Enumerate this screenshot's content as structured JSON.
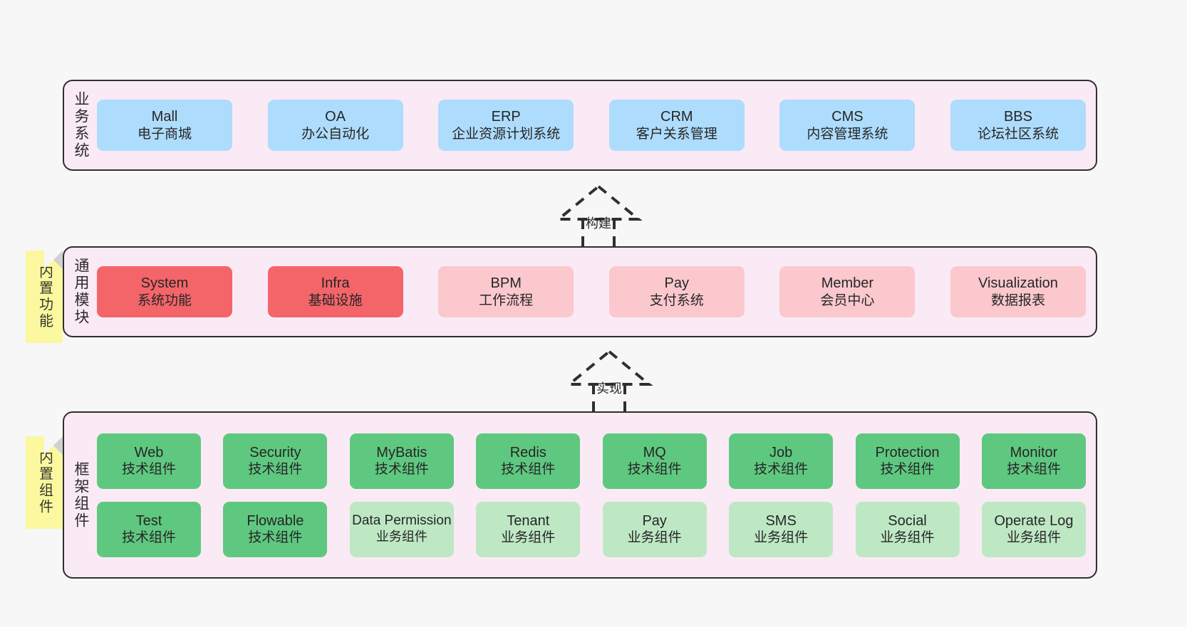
{
  "diagram": {
    "title_hidden": "",
    "colors": {
      "canvas_bg": "#F7F7F7",
      "panel_bg": "#FAEAF5",
      "panel_border": "#2F2F2F",
      "business_card": "#AEDCFC",
      "module_strong": "#F4656A",
      "module_soft": "#FBC8CE",
      "component_tech": "#5FC880",
      "component_biz": "#BEE8C4",
      "note_bg": "#FBF8A0",
      "note_fold": "#D0D0D0"
    }
  },
  "layers": [
    {
      "id": "business-system",
      "title": "业务系统",
      "rows": [
        {
          "cards": [
            {
              "en": "Mall",
              "cn": "电子商城",
              "style": "c-blue"
            },
            {
              "en": "OA",
              "cn": "办公自动化",
              "style": "c-blue"
            },
            {
              "en": "ERP",
              "cn": "企业资源计划系统",
              "style": "c-blue"
            },
            {
              "en": "CRM",
              "cn": "客户关系管理",
              "style": "c-blue"
            },
            {
              "en": "CMS",
              "cn": "内容管理系统",
              "style": "c-blue"
            },
            {
              "en": "BBS",
              "cn": "论坛社区系统",
              "style": "c-blue"
            }
          ]
        }
      ]
    },
    {
      "id": "common-modules",
      "title": "通用模块",
      "note": "内置功能",
      "rows": [
        {
          "cards": [
            {
              "en": "System",
              "cn": "系统功能",
              "style": "c-red"
            },
            {
              "en": "Infra",
              "cn": "基础设施",
              "style": "c-red"
            },
            {
              "en": "BPM",
              "cn": "工作流程",
              "style": "c-pink"
            },
            {
              "en": "Pay",
              "cn": "支付系统",
              "style": "c-pink"
            },
            {
              "en": "Member",
              "cn": "会员中心",
              "style": "c-pink"
            },
            {
              "en": "Visualization",
              "cn": "数据报表",
              "style": "c-pink"
            }
          ]
        }
      ]
    },
    {
      "id": "framework-components",
      "title": "框架组件",
      "note": "内置组件",
      "rows": [
        {
          "cards": [
            {
              "en": "Web",
              "cn": "技术组件",
              "style": "c-green"
            },
            {
              "en": "Security",
              "cn": "技术组件",
              "style": "c-green"
            },
            {
              "en": "MyBatis",
              "cn": "技术组件",
              "style": "c-green"
            },
            {
              "en": "Redis",
              "cn": "技术组件",
              "style": "c-green"
            },
            {
              "en": "MQ",
              "cn": "技术组件",
              "style": "c-green"
            },
            {
              "en": "Job",
              "cn": "技术组件",
              "style": "c-green"
            },
            {
              "en": "Protection",
              "cn": "技术组件",
              "style": "c-green"
            },
            {
              "en": "Monitor",
              "cn": "技术组件",
              "style": "c-green"
            }
          ]
        },
        {
          "cards": [
            {
              "en": "Test",
              "cn": "技术组件",
              "style": "c-green"
            },
            {
              "en": "Flowable",
              "cn": "技术组件",
              "style": "c-green"
            },
            {
              "en": "Data Permission",
              "cn": "业务组件",
              "style": "c-lightgreen",
              "three": true
            },
            {
              "en": "Tenant",
              "cn": "业务组件",
              "style": "c-lightgreen"
            },
            {
              "en": "Pay",
              "cn": "业务组件",
              "style": "c-lightgreen"
            },
            {
              "en": "SMS",
              "cn": "业务组件",
              "style": "c-lightgreen"
            },
            {
              "en": "Social",
              "cn": "业务组件",
              "style": "c-lightgreen"
            },
            {
              "en": "Operate Log",
              "cn": "业务组件",
              "style": "c-lightgreen"
            }
          ]
        }
      ]
    }
  ],
  "connectors": [
    {
      "id": "build",
      "label": "构建"
    },
    {
      "id": "implement",
      "label": "实现"
    }
  ]
}
